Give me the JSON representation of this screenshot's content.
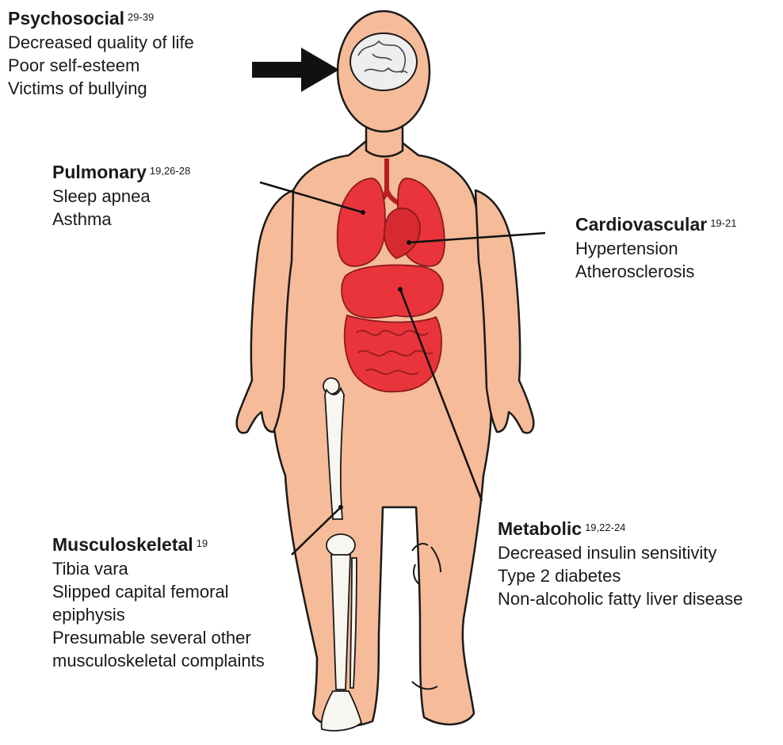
{
  "colors": {
    "skin": "#f6bb98",
    "outline": "#1a1a1a",
    "organ": "#e8343a",
    "organ_dark": "#b81d22",
    "brain": "#eeeeee",
    "bone": "#f8f6f0",
    "line": "#111111"
  },
  "labels": {
    "psychosocial": {
      "title": "Psychosocial",
      "refs": "29-39",
      "items": [
        "Decreased quality of life",
        "Poor self-esteem",
        "Victims of bullying"
      ]
    },
    "pulmonary": {
      "title": "Pulmonary",
      "refs": "19,26-28",
      "items": [
        "Sleep apnea",
        "Asthma"
      ]
    },
    "cardiovascular": {
      "title": "Cardiovascular",
      "refs": "19-21",
      "items": [
        "Hypertension",
        "Atherosclerosis"
      ]
    },
    "metabolic": {
      "title": "Metabolic",
      "refs": "19,22-24",
      "items": [
        "Decreased insulin sensitivity",
        "Type 2 diabetes",
        "Non-alcoholic fatty liver disease"
      ]
    },
    "musculoskeletal": {
      "title": "Musculoskeletal",
      "refs": "19",
      "items": [
        "Tibia vara",
        "Slipped capital femoral",
        "epiphysis",
        "Presumable several other",
        "musculoskeletal complaints"
      ]
    }
  }
}
